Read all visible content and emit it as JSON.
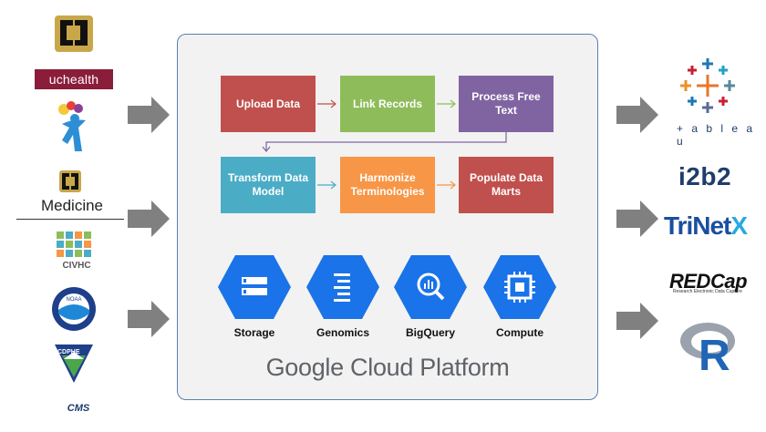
{
  "sources": {
    "uchealth": "uchealth",
    "medicine": "Medicine",
    "civhc": "CIVHC",
    "noaa": "NOAA",
    "cdphe": "CDPHE",
    "cms": "CMS"
  },
  "pipeline": {
    "steps": [
      {
        "label": "Upload Data",
        "color": "#c0504d"
      },
      {
        "label": "Link Records",
        "color": "#8fbc5a"
      },
      {
        "label": "Process Free Text",
        "color": "#8064a2"
      },
      {
        "label": "Transform Data Model",
        "color": "#4bacc6"
      },
      {
        "label": "Harmonize Terminologies",
        "color": "#f79646"
      },
      {
        "label": "Populate Data Marts",
        "color": "#c0504d"
      }
    ]
  },
  "services": [
    {
      "label": "Storage",
      "icon": "storage-icon"
    },
    {
      "label": "Genomics",
      "icon": "genomics-icon"
    },
    {
      "label": "BigQuery",
      "icon": "bigquery-icon"
    },
    {
      "label": "Compute",
      "icon": "compute-icon"
    }
  ],
  "platform": "Google Cloud Platform",
  "destinations": {
    "tableau": "+ a b l e a u",
    "i2b2": "i2b2",
    "trinetx": "TriNet",
    "trinetx_x": "X",
    "redcap": "REDCap",
    "redcap_sub": "Research Electronic Data Capture",
    "r": "R"
  },
  "colors": {
    "hex_blue": "#1a73e8",
    "panel_border": "#5b7fb0",
    "big_arrow": "#808080"
  }
}
